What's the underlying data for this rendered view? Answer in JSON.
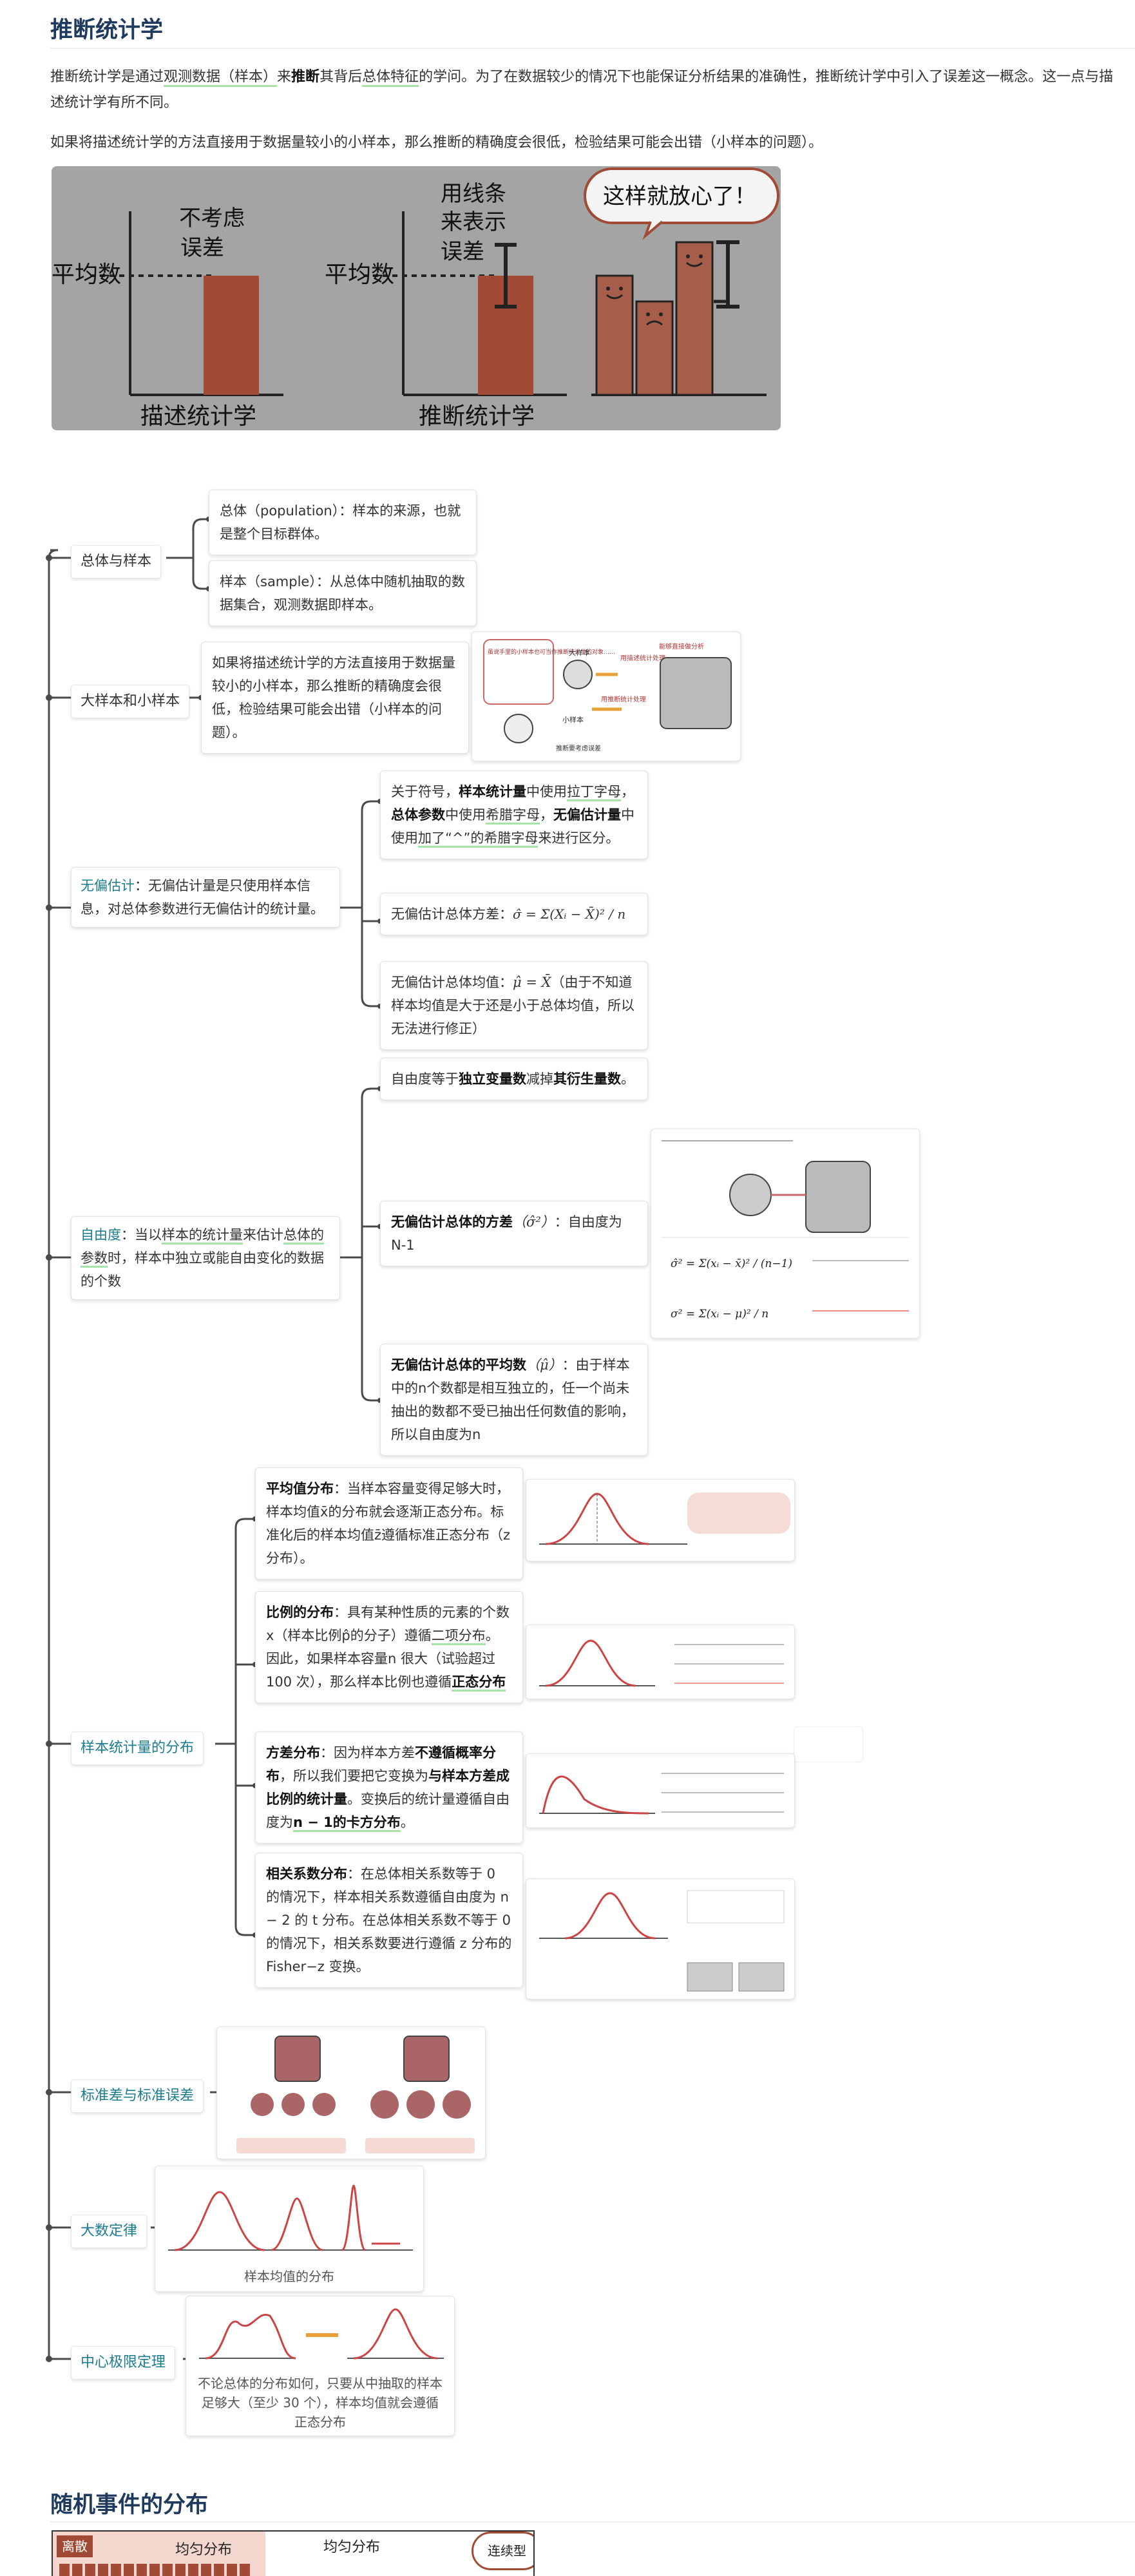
{
  "section1": {
    "title": "推断统计学",
    "para1_a": "推断统计学是通过",
    "para1_b": "观测数据（样本）",
    "para1_c": "来",
    "para1_d": "推断",
    "para1_e": "其背后",
    "para1_f": "总体特征",
    "para1_g": "的学问。为了在数据较少的情况下也能保证分析结果的准确性，推断统计学中引入了误差这一概念。这一点与描述统计学有所不同。",
    "para2": "如果将描述统计学的方法直接用于数据量较小的小样本，那么推断的精确度会很低，检验结果可能会出错（小样本的问题）。",
    "illus": {
      "label_avg_left": "平均数",
      "label_no_error": [
        "不考虑",
        "误差"
      ],
      "label_desc": "描述统计学",
      "label_avg_right": "平均数",
      "label_lines": [
        "用线条",
        "来表示",
        "误差"
      ],
      "label_infer": "推断统计学",
      "bubble": "这样就放心了！"
    }
  },
  "mindmap": {
    "n1": {
      "label": "总体与样本",
      "c1": "总体（population）：样本的来源，也就是整个目标群体。",
      "c2": "样本（sample）：从总体中随机抽取的数据集合，观测数据即样本。"
    },
    "n2": {
      "label": "大样本和小样本",
      "c1": "如果将描述统计学的方法直接用于数据量较小的小样本，那么推断的精确度会很低，检验结果可能会出错（小样本的问题）。",
      "img_texts": [
        "虽说手里的小样本也可当作推断统计学的对象……",
        "大样本",
        "用描述统计处理",
        "小样本",
        "用推断统计处理",
        "能够直接做分析",
        "推断要考虑误差"
      ]
    },
    "n3": {
      "label_a": "无偏估计",
      "label_b": "：无偏估计量是只使用样本信息，对总体参数进行无偏估计的统计量。",
      "c1_a": "关于符号，",
      "c1_b": "样本统计量",
      "c1_c": "中使用",
      "c1_d": "拉丁字母",
      "c1_e": "，",
      "c1_f": "总体参数",
      "c1_g": "中使用",
      "c1_h": "希腊字母",
      "c1_i": "，",
      "c1_j": "无偏估计量",
      "c1_k": "中使用",
      "c1_l": "加了“^”的希腊字母",
      "c1_m": "来进行区分。",
      "c2_label": "无偏估计总体方差：",
      "c2_formula": "σ̂ = Σ(Xᵢ − X̄)² / n",
      "c3_label": "无偏估计总体均值：",
      "c3_formula": "μ̂ = X̄",
      "c3_rest": "（由于不知道样本均值是大于还是小于总体均值，所以无法进行修正）"
    },
    "n4": {
      "label_a": "自由度",
      "label_b": "：当以",
      "label_c": "样本的统计量",
      "label_d": "来估计",
      "label_e": "总体的参数",
      "label_f": "时，样本中独立或能自由变化的数据的个数",
      "c1_a": "自由度等于",
      "c1_b": "独立变量数",
      "c1_c": "减掉",
      "c1_d": "其衍生量数",
      "c1_e": "。",
      "c2_a": "无偏估计总体的方差",
      "c2_b": "（σ̂²）",
      "c2_c": "：自由度为N-1",
      "c3_a": "无偏估计总体的平均数",
      "c3_b": "（μ̂）",
      "c3_c": "：由于样本中的n个数都是相互独立的，任一个尚未抽出的数都不受已抽出任何数值的影响，所以自由度为n",
      "img_formula1": "σ̂² = Σ(xᵢ − x̄)² / (n−1)",
      "img_formula2": "σ² = Σ(xᵢ − μ)² / n"
    },
    "n5": {
      "label": "样本统计量的分布",
      "c1_a": "平均值分布",
      "c1_b": "：当样本容量变得足够大时，样本均值x̄的分布就会逐渐正态分布。标准化后的样本均值z̄遵循标准正态分布（z分布）。",
      "c2_a": "比例的分布",
      "c2_b": "：具有某种性质的元素的个数x（样本比例p̂的分子）遵循",
      "c2_c": "二项分布",
      "c2_d": "。因此，如果样本容量n 很大（试验超过 100 次），那么样本比例也遵循",
      "c2_e": "正态分布",
      "c3_a": "方差分布",
      "c3_b": "：因为样本方差",
      "c3_c": "不遵循概率分布",
      "c3_d": "，所以我们要把它变换为",
      "c3_e": "与样本方差成比例的统计量",
      "c3_f": "。变换后的统计量遵循自由度为",
      "c3_g": "n − 1的卡方分布",
      "c3_h": "。",
      "c4_a": "相关系数分布",
      "c4_b": "：在总体相关系数等于 0 的情况下，样本相关系数遵循自由度为 n − 2 的 t 分布。在总体相关系数不等于 0 的情况下，相关系数要进行遵循 z 分布的 Fisher−z 变换。"
    },
    "n6": {
      "label": "标准差与标准误差"
    },
    "n7": {
      "label": "大数定律",
      "caption": "样本均值的分布"
    },
    "n8": {
      "label": "中心极限定理",
      "caption": "不论总体的分布如何，只要从中抽取的样本足够大（至少 30 个），样本均值就会遵循正态分布"
    }
  },
  "section2": {
    "title": "随机事件的分布",
    "tab1": "离散",
    "tab2": "均匀分布",
    "tab3": "均匀分布",
    "tab4": "连续型"
  },
  "colors": {
    "heading": "#1f3a5f",
    "teal": "#1b7c8f",
    "bar": "#a14a36",
    "green_hl": "#a6e3a6",
    "line": "#4a4a4a"
  }
}
